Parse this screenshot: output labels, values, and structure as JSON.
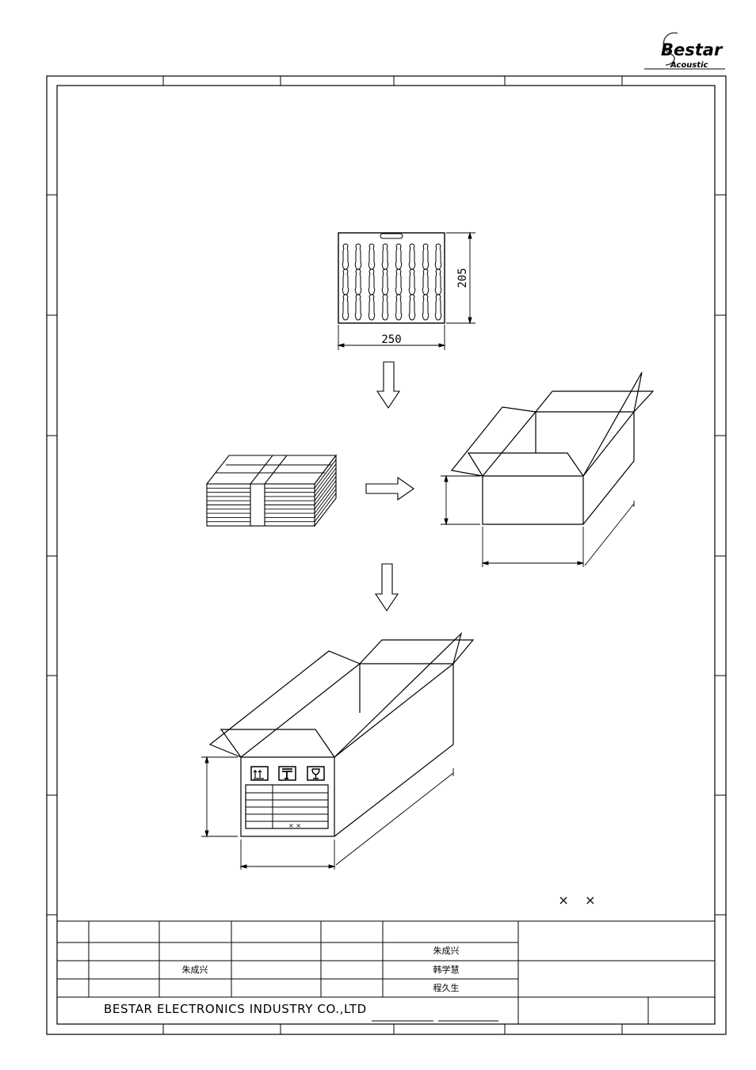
{
  "logo": {
    "brand": "Bestar",
    "tagline": "Acoustic"
  },
  "drawing": {
    "tray_width": "250",
    "tray_height": "205",
    "carton_marks": "× ×",
    "sheet_marks": "×    ×"
  },
  "title_block": {
    "signatures": {
      "approved_by": "朱成兴",
      "checked_by": "韩学慧",
      "drawn_by": "程久生",
      "designed_by": "朱成兴"
    },
    "company": "BESTAR ELECTRONICS INDUSTRY CO.,LTD"
  }
}
